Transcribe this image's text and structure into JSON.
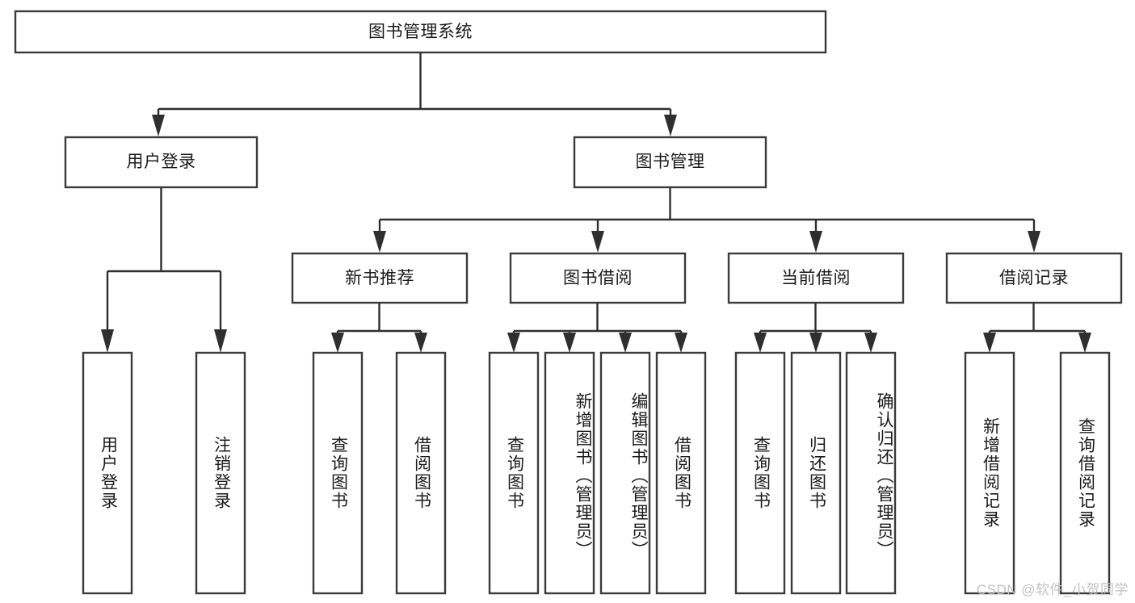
{
  "diagram": {
    "title": "图书管理系统",
    "type": "tree-hierarchy-diagram",
    "colors": {
      "box_fill": "#ffffff",
      "box_stroke": "#3a3a3a",
      "connector": "#2f2f2f",
      "text": "#1b1b1b",
      "background": "#ffffff",
      "watermark": "#c2c2c2"
    },
    "root": {
      "label": "图书管理系统"
    },
    "level1": [
      {
        "label": "用户登录"
      },
      {
        "label": "图书管理"
      }
    ],
    "level2": [
      {
        "label": "新书推荐"
      },
      {
        "label": "图书借阅"
      },
      {
        "label": "当前借阅"
      },
      {
        "label": "借阅记录"
      }
    ],
    "leaves": {
      "user_login": [
        {
          "label": "用户登录"
        },
        {
          "label": "注销登录"
        }
      ],
      "new_book_recommend": [
        {
          "label": "查询图书"
        },
        {
          "label": "借阅图书"
        }
      ],
      "book_borrow": [
        {
          "label": "查询图书"
        },
        {
          "label": "新增图书（管理员）"
        },
        {
          "label": "编辑图书（管理员）"
        },
        {
          "label": "借阅图书"
        }
      ],
      "current_borrow": [
        {
          "label": "查询图书"
        },
        {
          "label": "归还图书"
        },
        {
          "label": "确认归还（管理员）"
        }
      ],
      "borrow_record": [
        {
          "label": "新增借阅记录"
        },
        {
          "label": "查询借阅记录"
        }
      ]
    }
  },
  "watermark": {
    "text": "CSDN @软件_小贺同学"
  }
}
